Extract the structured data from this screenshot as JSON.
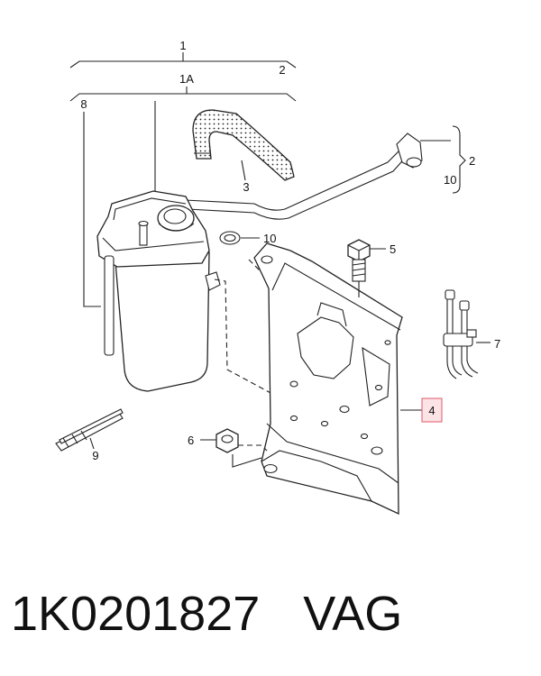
{
  "callouts": {
    "c1": "1",
    "c1a": "1A",
    "c2_top": "2",
    "c2_right": "2",
    "c3": "3",
    "c4": "4",
    "c5": "5",
    "c6": "6",
    "c7": "7",
    "c8": "8",
    "c9": "9",
    "c10_mid": "10",
    "c10_right": "10"
  },
  "footer": {
    "part_number": "1K0201827",
    "brand": "VAG"
  },
  "colors": {
    "highlight_border": "#e05a6a",
    "highlight_fill": "#fbe3e6",
    "ink": "#222222"
  }
}
